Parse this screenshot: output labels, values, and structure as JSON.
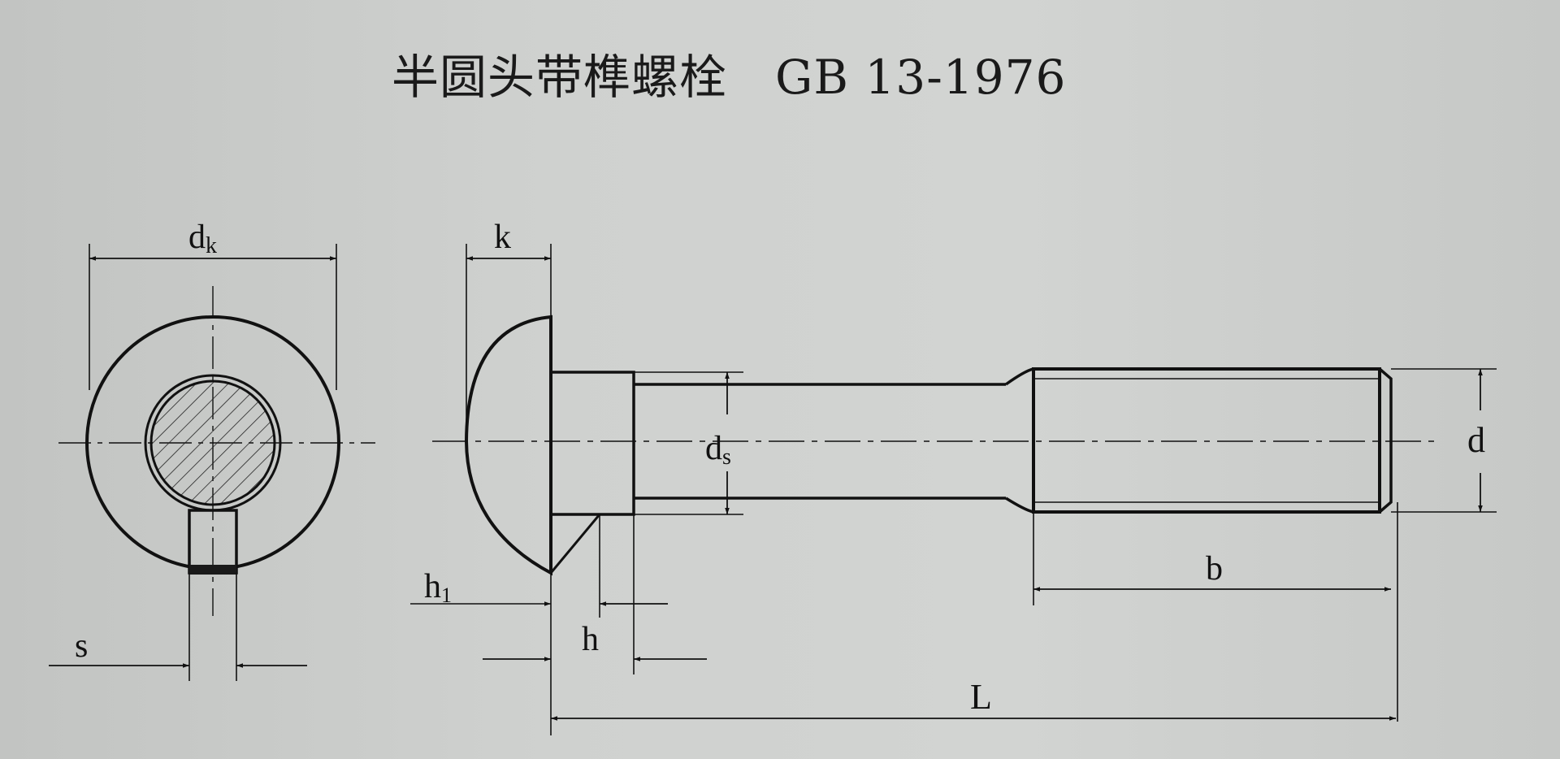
{
  "title": "半圆头带榫螺栓　GB 13-1976",
  "labels": {
    "dk": "d",
    "dk_sub": "k",
    "k": "k",
    "ds": "d",
    "ds_sub": "s",
    "d": "d",
    "h1": "h",
    "h1_sub": "1",
    "h": "h",
    "s": "s",
    "b": "b",
    "L": "L"
  },
  "colors": {
    "paper": "#cfd1cf",
    "ink": "#111111"
  }
}
